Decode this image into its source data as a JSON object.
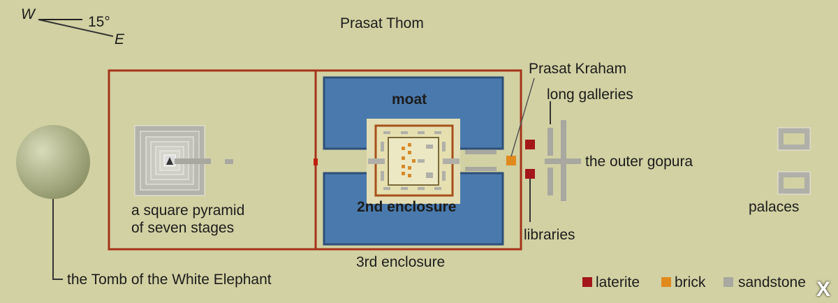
{
  "title": "Prasat Thom",
  "compass": {
    "west": "W",
    "east": "E",
    "angle": "15°"
  },
  "labels": {
    "prasat_kraham": "Prasat Kraham",
    "long_galleries": "long galleries",
    "moat": "moat",
    "second_enclosure": "2nd enclosure",
    "third_enclosure": "3rd enclosure",
    "pyramid_line1": "a square pyramid",
    "pyramid_line2": "of seven stages",
    "outer_gopura": "the outer gopura",
    "libraries": "libraries",
    "palaces": "palaces",
    "tomb": "the Tomb of the  White Elephant"
  },
  "legend": [
    {
      "label": "laterite",
      "color": "#a3171a"
    },
    {
      "label": "brick",
      "color": "#e08a1e"
    },
    {
      "label": "sandstone",
      "color": "#a8a8a0"
    }
  ],
  "close_label": "X"
}
